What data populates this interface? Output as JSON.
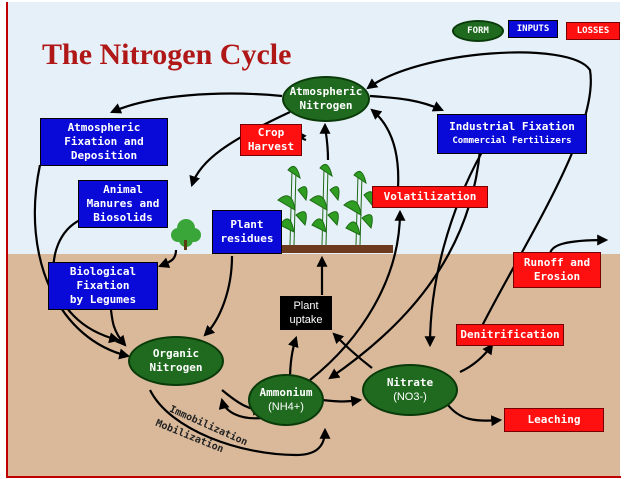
{
  "title": "The Nitrogen Cycle",
  "legend": {
    "form": "FORM",
    "inputs": "INPUTS",
    "losses": "LOSSES"
  },
  "forms": {
    "atm_nitrogen": "Atmospheric\nNitrogen",
    "organic": "Organic\nNitrogen",
    "ammonium_name": "Ammonium",
    "ammonium_formula": "(NH4+)",
    "nitrate_name": "Nitrate",
    "nitrate_formula": "(NO3-)"
  },
  "inputs": {
    "atm_fixation": "Atmospheric\nFixation and\nDeposition",
    "industrial": "Industrial Fixation",
    "industrial_sub": "Commercial Fertilizers",
    "manures": "Animal\nManures and\nBiosolids",
    "residues": "Plant\nresidues",
    "biological": "Biological\nFixation\nby Legumes"
  },
  "losses": {
    "crop_harvest": "Crop\nHarvest",
    "volatilization": "Volatilization",
    "runoff": "Runoff and\nErosion",
    "denitrification": "Denitrification",
    "leaching": "Leaching"
  },
  "other": {
    "plant_uptake": "Plant\nuptake",
    "immobilization": "Immobilization",
    "mobilization": "Mobilization"
  },
  "colors": {
    "input": "#0a0ad8",
    "loss": "#ff1010",
    "form": "#1f6a1f",
    "title": "#b01818",
    "sky": "#e6f0f8",
    "soil": "#d9b99a"
  }
}
